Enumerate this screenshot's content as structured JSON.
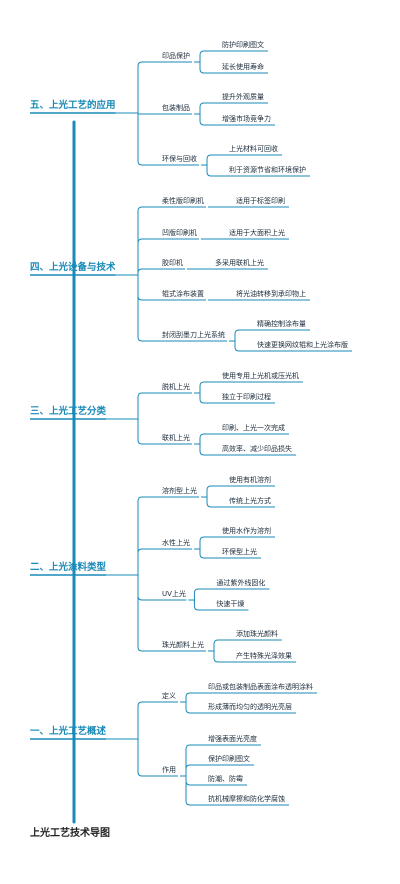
{
  "title": "上光工艺技术导图",
  "colors": {
    "trunk": "#1a8ab8",
    "branch": "#1a8ab8",
    "section_text": "#1a8ab8",
    "node_text": "#1a2a3a"
  },
  "sections": [
    {
      "label": "五、上光工艺的应用",
      "children": [
        {
          "label": "印品保护",
          "children": [
            "防护印刷图文",
            "延长使用寿命"
          ]
        },
        {
          "label": "包装制品",
          "children": [
            "提升外观质量",
            "增强市场竞争力"
          ]
        },
        {
          "label": "环保与回收",
          "children": [
            "上光材料可回收",
            "利于资源节省和环境保护"
          ]
        }
      ]
    },
    {
      "label": "四、上光设备与技术",
      "children": [
        {
          "label": "柔性版印刷机",
          "children": [
            "适用于标签印刷"
          ]
        },
        {
          "label": "凹版印刷机",
          "children": [
            "适用于大面积上光"
          ]
        },
        {
          "label": "胶印机",
          "children": [
            "多采用联机上光"
          ]
        },
        {
          "label": "辊式涂布装置",
          "children": [
            "将光油转移到承印物上"
          ]
        },
        {
          "label": "封闭刮墨刀上光系统",
          "children": [
            "精确控制涂布量",
            "快速更换网纹辊和上光涂布版"
          ]
        }
      ]
    },
    {
      "label": "三、上光工艺分类",
      "children": [
        {
          "label": "脱机上光",
          "children": [
            "使用专用上光机或压光机",
            "独立于印刷过程"
          ]
        },
        {
          "label": "联机上光",
          "children": [
            "印刷、上光一次完成",
            "高效率、减少印品损失"
          ]
        }
      ]
    },
    {
      "label": "二、上光涂料类型",
      "children": [
        {
          "label": "溶剂型上光",
          "children": [
            "使用有机溶剂",
            "传统上光方式"
          ]
        },
        {
          "label": "水性上光",
          "children": [
            "使用水作为溶剂",
            "环保型上光"
          ]
        },
        {
          "label": "UV上光",
          "children": [
            "通过紫外线固化",
            "快速干燥"
          ]
        },
        {
          "label": "珠光颜料上光",
          "children": [
            "添加珠光颜料",
            "产生特殊光泽效果"
          ]
        }
      ]
    },
    {
      "label": "一、上光工艺概述",
      "children": [
        {
          "label": "定义",
          "children": [
            "印品或包装制品表面涂布透明涂料",
            "形成薄而均匀的透明光亮层"
          ]
        },
        {
          "label": "作用",
          "children": [
            "增强表面光亮度",
            "保护印刷图文",
            "防潮、防霉",
            "抗机械摩擦和防化学腐蚀"
          ]
        }
      ]
    }
  ]
}
